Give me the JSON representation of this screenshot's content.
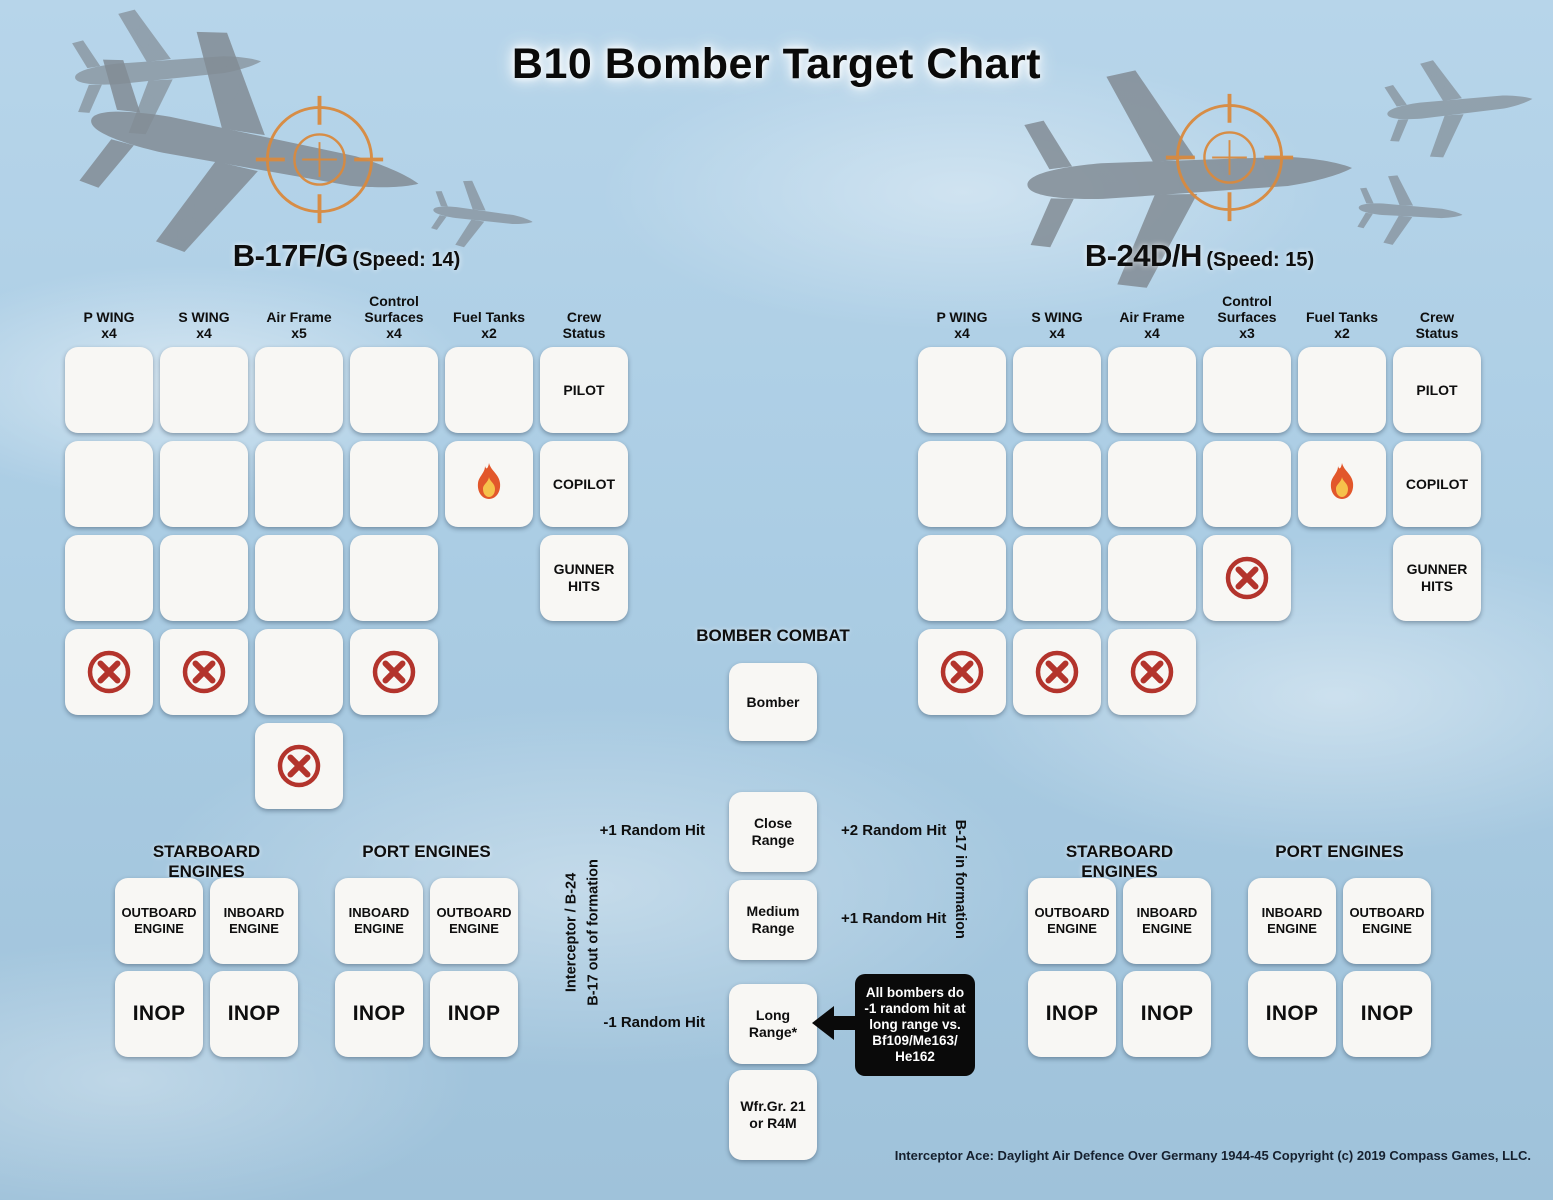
{
  "title": "B10 Bomber Target Chart",
  "footer": "Interceptor Ace: Daylight Air Defence Over Germany 1944-45 Copyright (c) 2019 Compass Games, LLC.",
  "colors": {
    "damage_x": "#b3342c",
    "flame_outer": "#e2572b",
    "flame_inner": "#f6c14b",
    "crosshair": "#d98a3e",
    "callout_bg": "#0a0a0a",
    "sky": "#abcde4"
  },
  "panels": [
    {
      "id": "b17",
      "name": "B-17F/G",
      "speed": "(Speed: 14)",
      "columns": [
        {
          "header": "P WING",
          "mult": "x4",
          "boxes": 4,
          "marks": {
            "4": "x"
          }
        },
        {
          "header": "S WING",
          "mult": "x4",
          "boxes": 4,
          "marks": {
            "4": "x"
          }
        },
        {
          "header": "Air Frame",
          "mult": "x5",
          "boxes": 5,
          "marks": {
            "5": "x"
          }
        },
        {
          "header": "Control Surfaces",
          "mult": "x4",
          "boxes": 4,
          "marks": {
            "4": "x"
          }
        },
        {
          "header": "Fuel Tanks",
          "mult": "x2",
          "boxes": 2,
          "marks": {
            "2": "fire"
          }
        }
      ],
      "crew_header": "Crew Status",
      "crew": [
        "PILOT",
        "COPILOT",
        "GUNNER HITS"
      ]
    },
    {
      "id": "b24",
      "name": "B-24D/H",
      "speed": "(Speed: 15)",
      "columns": [
        {
          "header": "P WING",
          "mult": "x4",
          "boxes": 4,
          "marks": {
            "4": "x"
          }
        },
        {
          "header": "S WING",
          "mult": "x4",
          "boxes": 4,
          "marks": {
            "4": "x"
          }
        },
        {
          "header": "Air Frame",
          "mult": "x4",
          "boxes": 4,
          "marks": {
            "4": "x"
          }
        },
        {
          "header": "Control Surfaces",
          "mult": "x3",
          "boxes": 3,
          "marks": {
            "3": "x"
          }
        },
        {
          "header": "Fuel Tanks",
          "mult": "x2",
          "boxes": 2,
          "marks": {
            "2": "fire"
          }
        }
      ],
      "crew_header": "Crew Status",
      "crew": [
        "PILOT",
        "COPILOT",
        "GUNNER HITS"
      ]
    }
  ],
  "engine_sections": [
    {
      "side": "left",
      "groups": [
        {
          "title": "STARBOARD ENGINES",
          "cells": [
            "OUTBOARD ENGINE",
            "INBOARD ENGINE"
          ]
        },
        {
          "title": "PORT ENGINES",
          "cells": [
            "INBOARD ENGINE",
            "OUTBOARD ENGINE"
          ]
        }
      ]
    },
    {
      "side": "right",
      "groups": [
        {
          "title": "STARBOARD ENGINES",
          "cells": [
            "OUTBOARD ENGINE",
            "INBOARD ENGINE"
          ]
        },
        {
          "title": "PORT ENGINES",
          "cells": [
            "INBOARD ENGINE",
            "OUTBOARD ENGINE"
          ]
        }
      ]
    }
  ],
  "inop_label": "INOP",
  "combat": {
    "title": "BOMBER COMBAT",
    "nodes": [
      {
        "label": "Bomber"
      },
      {
        "label": "Close Range",
        "left_note": "+1 Random Hit",
        "right_note": "+2 Random Hit"
      },
      {
        "label": "Medium Range",
        "right_note": "+1 Random Hit"
      },
      {
        "label": "Long Range*",
        "left_note": "-1 Random Hit"
      },
      {
        "label": "Wfr.Gr. 21 or R4M"
      }
    ],
    "left_vertical": [
      "Interceptor / B-24",
      "B-17 out of formation"
    ],
    "right_vertical": "B-17 in formation",
    "callout_lines": [
      "All bombers do",
      "-1 random hit at",
      "long range vs.",
      "Bf109/Me163/",
      "He162"
    ]
  }
}
